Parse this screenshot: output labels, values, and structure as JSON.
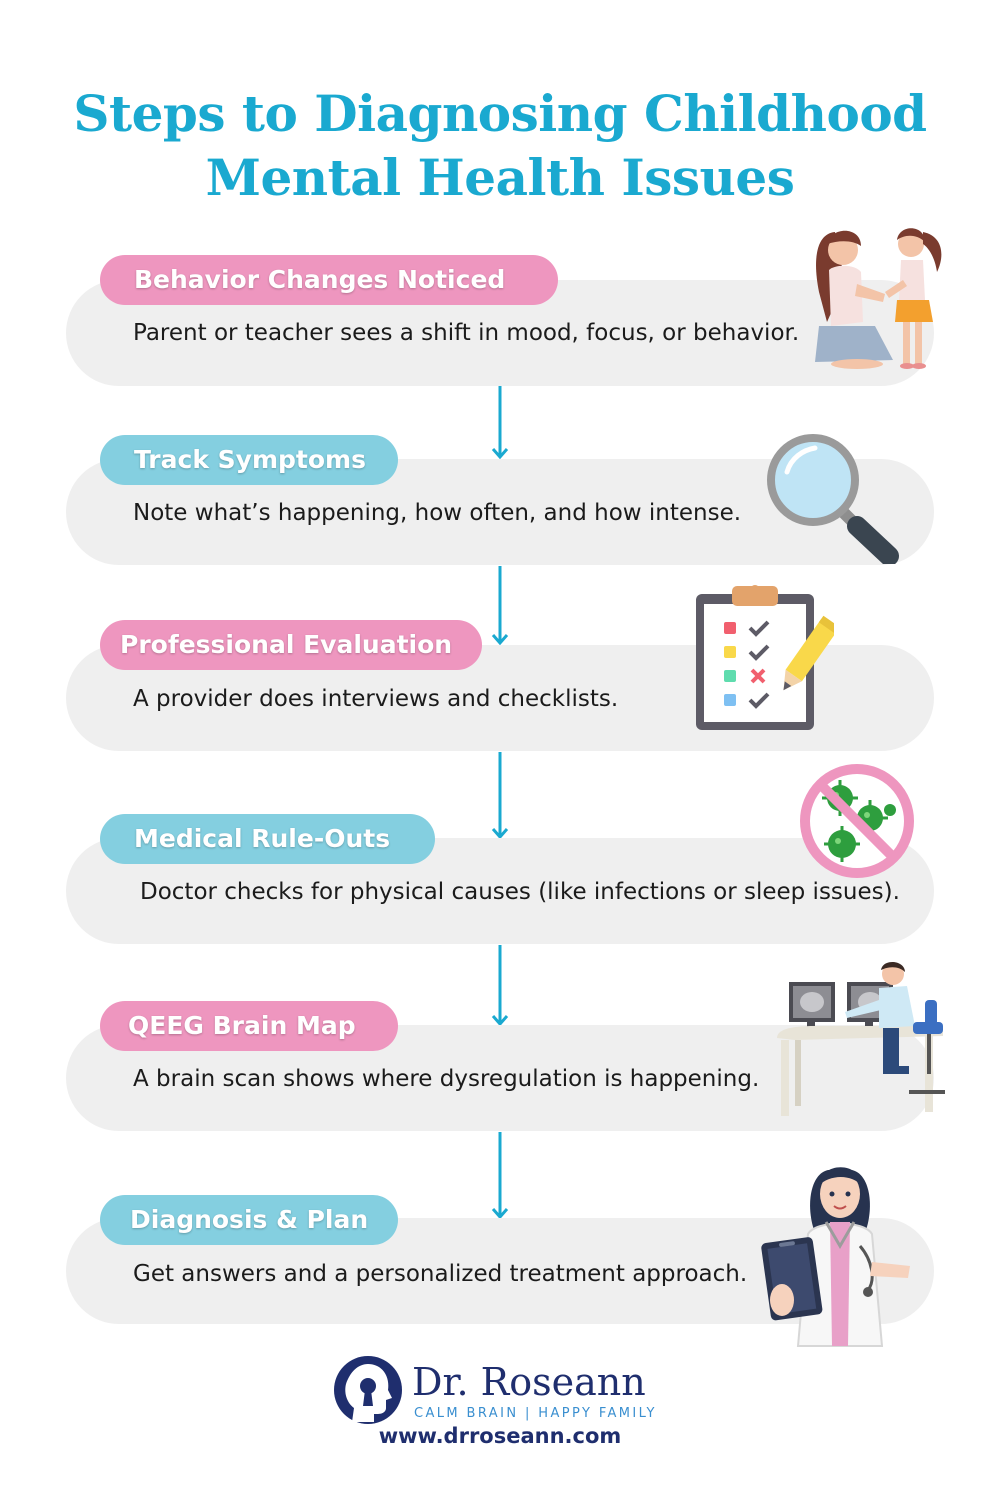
{
  "title": {
    "line1": "Steps to Diagnosing Childhood",
    "line2": "Mental Health Issues"
  },
  "steps": [
    {
      "label": "Behavior Changes Noticed",
      "text": "Parent or teacher sees a shift in mood, focus, or behavior.",
      "pill_color": "pink",
      "illustration": "parent-child-icon"
    },
    {
      "label": "Track Symptoms",
      "text": "Note what’s happening, how often, and how intense.",
      "pill_color": "blue",
      "illustration": "magnifying-glass-icon"
    },
    {
      "label": "Professional Evaluation",
      "text": "A provider does interviews and checklists.",
      "pill_color": "pink",
      "illustration": "clipboard-checklist-icon"
    },
    {
      "label": "Medical Rule-Outs",
      "text": "Doctor checks for physical causes (like infections or sleep issues).",
      "pill_color": "blue",
      "illustration": "no-virus-icon"
    },
    {
      "label": "QEEG Brain Map",
      "text": "A brain scan shows where dysregulation is happening.",
      "pill_color": "pink",
      "illustration": "brain-scan-desk-icon"
    },
    {
      "label": "Diagnosis & Plan",
      "text": "Get answers and a personalized treatment approach.",
      "pill_color": "blue",
      "illustration": "doctor-with-tablet-icon"
    }
  ],
  "colors": {
    "title": "#1aa9d0",
    "pink_pill": "#ee96bf",
    "blue_pill": "#84cfe0",
    "card": "#efefef",
    "arrow": "#1aa9d0",
    "brand": "#1f2e6e"
  },
  "brand": {
    "name": "Dr. Roseann",
    "tagline": "CALM BRAIN | HAPPY FAMILY",
    "url": "www.drroseann.com",
    "logo_icon": "head-keyhole-logo-icon"
  }
}
